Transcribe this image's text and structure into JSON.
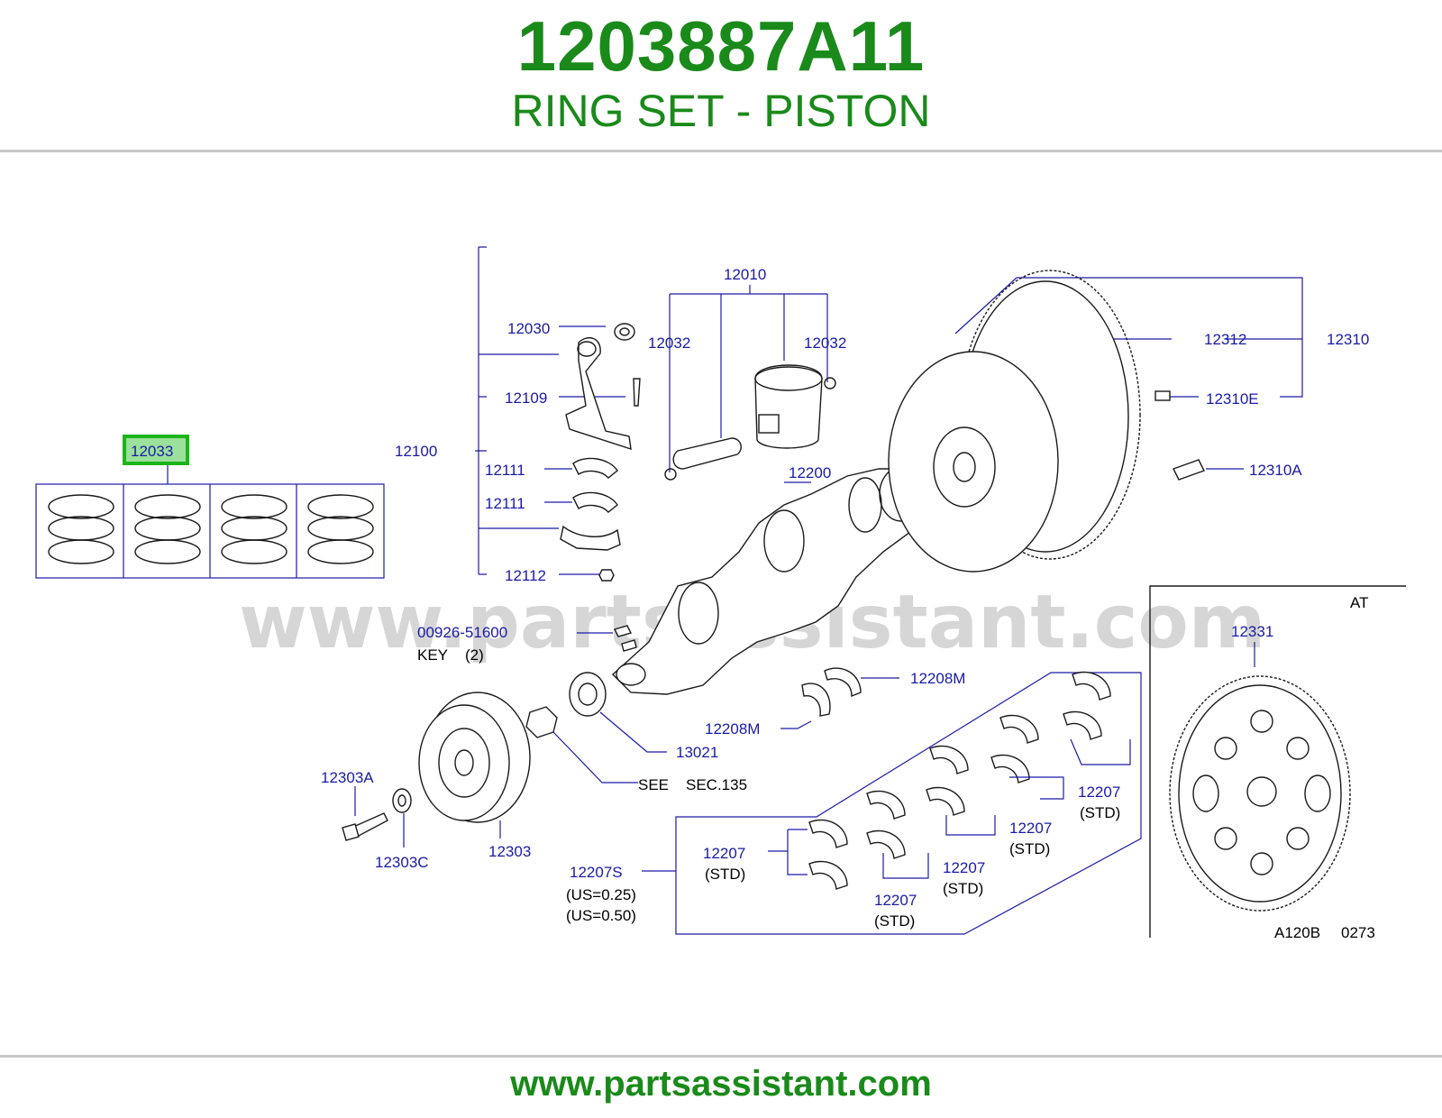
{
  "header": {
    "part_number": "1203887A11",
    "part_name": "RING SET - PISTON"
  },
  "watermark": "www.partsassistant.com",
  "footer": {
    "url": "www.partsassistant.com"
  },
  "diagram": {
    "highlighted_part": "12033",
    "labels": {
      "l12010": "12010",
      "l12030": "12030",
      "l12032a": "12032",
      "l12032b": "12032",
      "l12312": "12312",
      "l12310": "12310",
      "l12109": "12109",
      "l12310E": "12310E",
      "l12100": "12100",
      "l12033": "12033",
      "l12111a": "12111",
      "l12111b": "12111",
      "l12200": "12200",
      "l12310A": "12310A",
      "l12112": "12112",
      "lAT": "AT",
      "l12331": "12331",
      "l00926": "00926-51600",
      "lkey": "KEY",
      "lkeyqty": "(2)",
      "l12208Ma": "12208M",
      "l12208Mb": "12208M",
      "l13021": "13021",
      "l12303A": "12303A",
      "lsee": "SEE",
      "lsec": "SEC.135",
      "l12207a": "12207",
      "l12207a_std": "(STD)",
      "l12207b": "12207",
      "l12207b_std": "(STD)",
      "l12207c": "12207",
      "l12207c_std": "(STD)",
      "l12303C": "12303C",
      "l12303": "12303",
      "l12207d": "12207",
      "l12207d_std": "(STD)",
      "l12207S": "12207S",
      "l12207e": "12207",
      "l12207e_std": "(STD)",
      "lus025": "(US=0.25)",
      "lus050": "(US=0.50)",
      "lref": "A120B",
      "lrefnum": "0273"
    }
  }
}
